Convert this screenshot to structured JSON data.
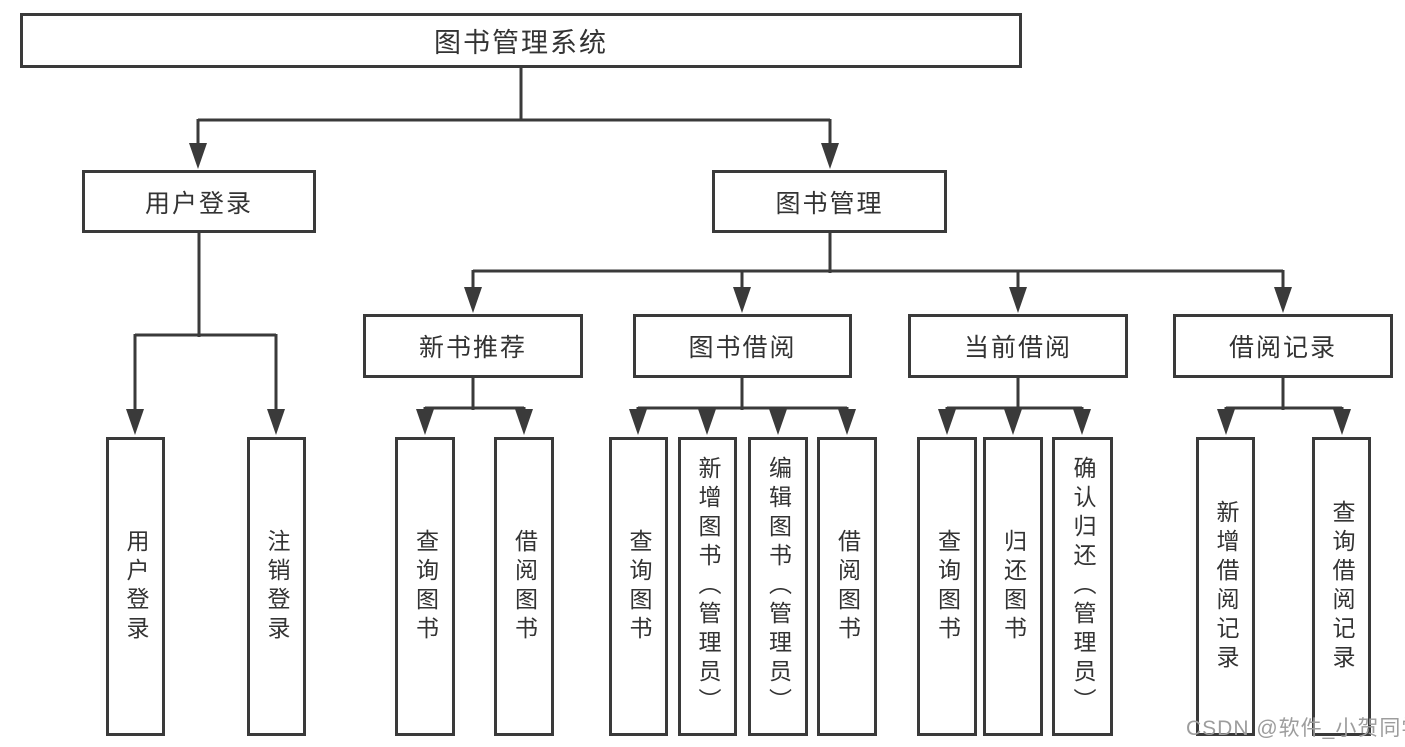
{
  "diagram": {
    "title": "图书管理系统",
    "colors": {
      "line": "#3a3a3a",
      "box_border": "#3a3a3a",
      "text": "#333333",
      "watermark_text": "#9d9d9d",
      "background": "#ffffff"
    },
    "root": {
      "label": "图书管理系统"
    },
    "level1": [
      {
        "label": "用户登录"
      },
      {
        "label": "图书管理"
      }
    ],
    "level2": [
      {
        "label": "新书推荐"
      },
      {
        "label": "图书借阅"
      },
      {
        "label": "当前借阅"
      },
      {
        "label": "借阅记录"
      }
    ],
    "leaves": {
      "user_login": [
        {
          "label": "用户登录"
        },
        {
          "label": "注销登录"
        }
      ],
      "new_book": [
        {
          "label": "查询图书"
        },
        {
          "label": "借阅图书"
        }
      ],
      "book_borrow": [
        {
          "label": "查询图书"
        },
        {
          "label": "新增图书（管理员）"
        },
        {
          "label": "编辑图书（管理员）"
        },
        {
          "label": "借阅图书"
        }
      ],
      "current_borrow": [
        {
          "label": "查询图书"
        },
        {
          "label": "归还图书"
        },
        {
          "label": "确认归还（管理员）"
        }
      ],
      "borrow_record": [
        {
          "label": "新增借阅记录"
        },
        {
          "label": "查询借阅记录"
        }
      ]
    },
    "watermark": "CSDN @软件_小贺同学"
  }
}
